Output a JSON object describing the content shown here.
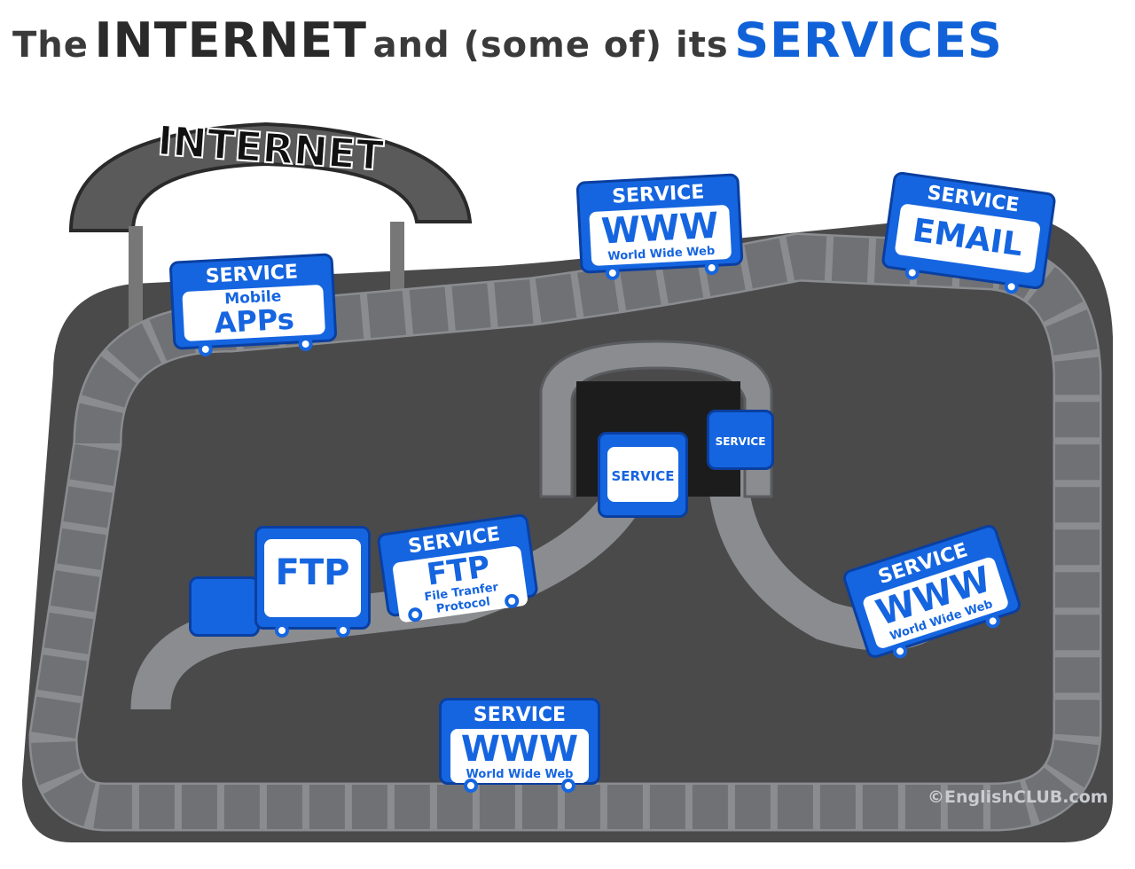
{
  "title": {
    "part1": "The",
    "part2": "INTERNET",
    "part3": "and (some of) its",
    "part4": "SERVICES"
  },
  "arch_label": "INTERNET",
  "carts": [
    {
      "service": "SERVICE",
      "main": "APPs",
      "top": "Mobile",
      "sub": ""
    },
    {
      "service": "SERVICE",
      "main": "WWW",
      "top": "",
      "sub": "World Wide Web"
    },
    {
      "service": "SERVICE",
      "main": "EMAIL",
      "top": "",
      "sub": ""
    },
    {
      "service": "SERVICE"
    },
    {
      "service": "SERVICE"
    },
    {
      "service": "",
      "main": "FTP"
    },
    {
      "service": "SERVICE",
      "main": "FTP",
      "sub": "File Tranfer Protocol"
    },
    {
      "service": "SERVICE",
      "main": "WWW",
      "sub": "World Wide Web"
    },
    {
      "service": "SERVICE",
      "main": "WWW",
      "sub": "World Wide Web"
    }
  ],
  "copyright": "©EnglishCLUB.com",
  "colors": {
    "accent": "#1565e0",
    "ground": "#4a4a4a",
    "track": "#8a8c90"
  }
}
